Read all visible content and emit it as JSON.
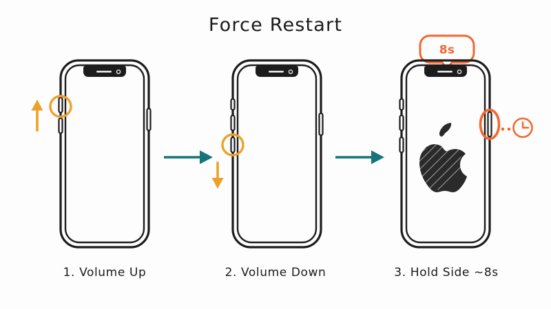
{
  "page": {
    "title": "Force Restart",
    "background_color": "#fdfdfd",
    "style": "hand-drawn sketch infographic"
  },
  "colors": {
    "ink": "#1c1c1c",
    "orange_accent": "#eda12b",
    "orange_highlight": "#f2672f",
    "teal_arrow": "#16747a",
    "background": "#fdfdfd"
  },
  "steps": [
    {
      "index": "1",
      "caption": "1. Volume Up",
      "highlight_target": "volume-up-button",
      "highlight_color": "#eda12b",
      "direction_arrow": "up",
      "screen_content": "blank"
    },
    {
      "index": "2",
      "caption": "2. Volume Down",
      "highlight_target": "volume-down-button",
      "highlight_color": "#eda12b",
      "direction_arrow": "down",
      "screen_content": "blank"
    },
    {
      "index": "3",
      "caption": "3. Hold Side ∼8s",
      "highlight_target": "side-button",
      "highlight_color": "#f2672f",
      "direction_arrow": "none",
      "screen_content": "apple-logo",
      "badge": "8s",
      "timer_icon": "clock-icon"
    }
  ],
  "flow": {
    "connector_1_label": "",
    "connector_2_label": "",
    "connector_color": "#16747a",
    "connector_count": 2
  },
  "annotations": {
    "duration_badge": "8s",
    "duration_badge_color": "#f2672f"
  }
}
